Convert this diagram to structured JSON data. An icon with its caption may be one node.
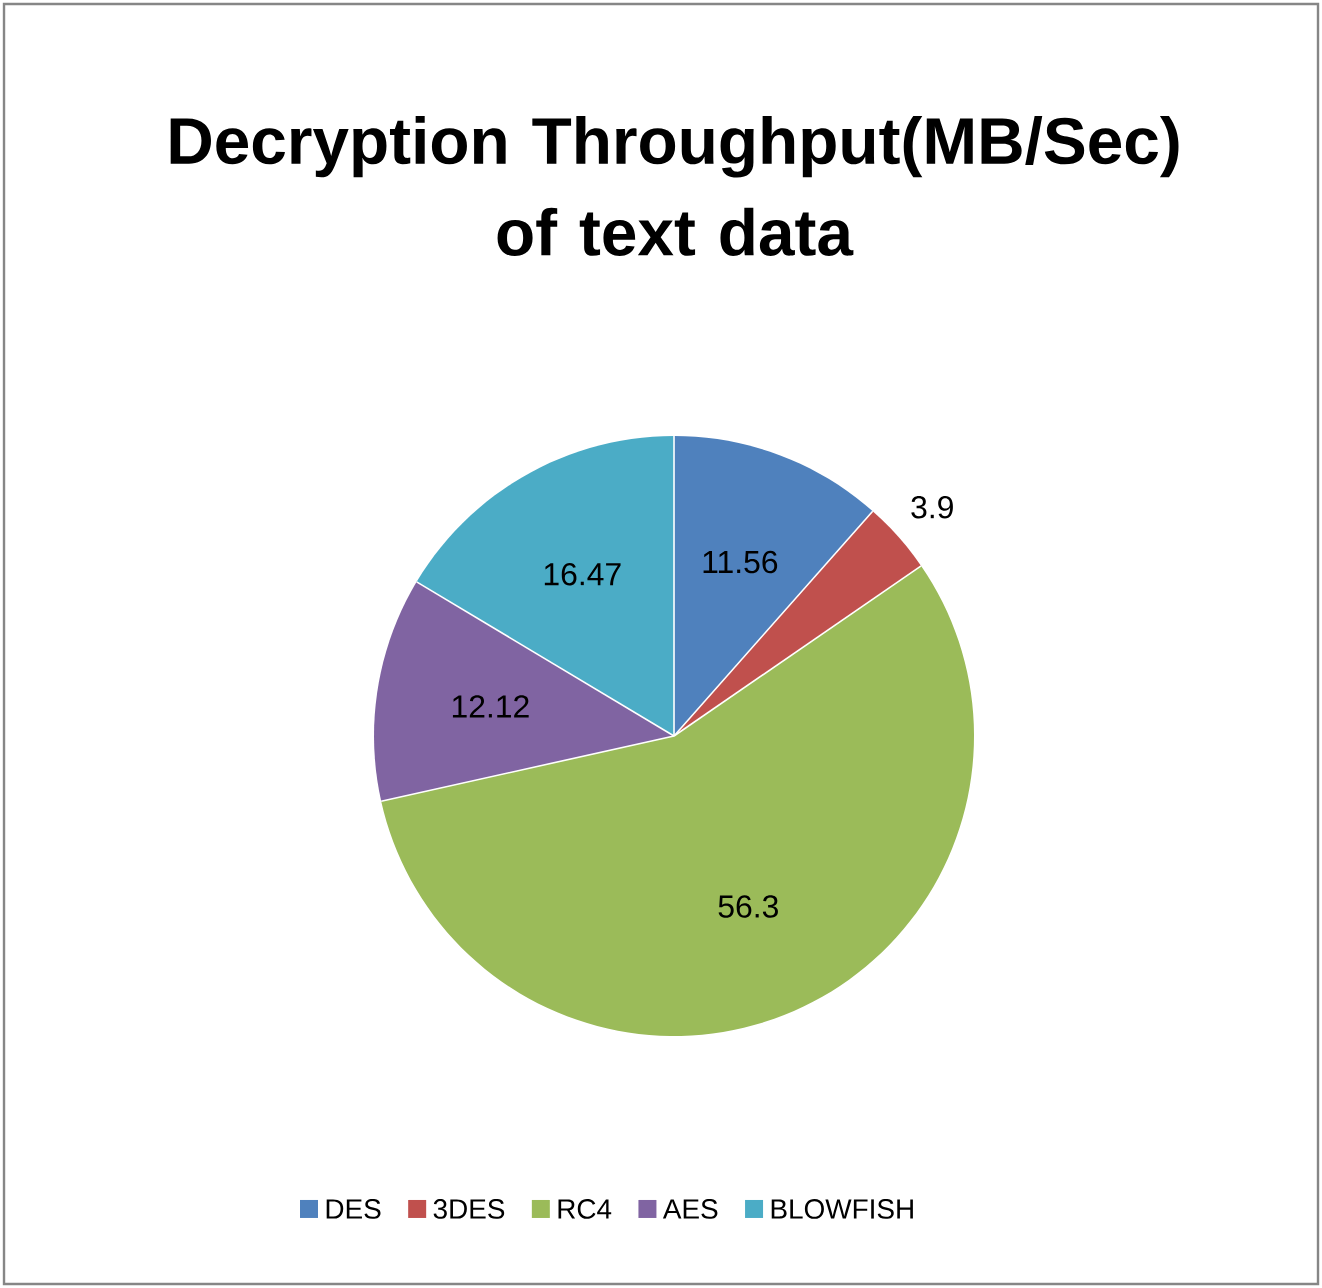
{
  "diagram": {
    "chart_data": {
      "type": "pie",
      "title": "Decryption Throughput(MB/Sec) of text data",
      "values": [
        11.56,
        3.9,
        56.3,
        12.12,
        16.47
      ],
      "data_labels": true,
      "value_labels": [
        "11.56",
        "3.9",
        "56.3",
        "12.12",
        "16.47"
      ]
    },
    "legend": [
      {
        "text": "DES",
        "color": "#4f81bd"
      },
      {
        "text": "3DES",
        "color": "#c0504d"
      },
      {
        "text": "RC4",
        "color": "#9bbb59"
      },
      {
        "text": "AES",
        "color": "#8064a2"
      },
      {
        "text": "BLOWFISH",
        "color": "#4bacc6"
      }
    ]
  }
}
